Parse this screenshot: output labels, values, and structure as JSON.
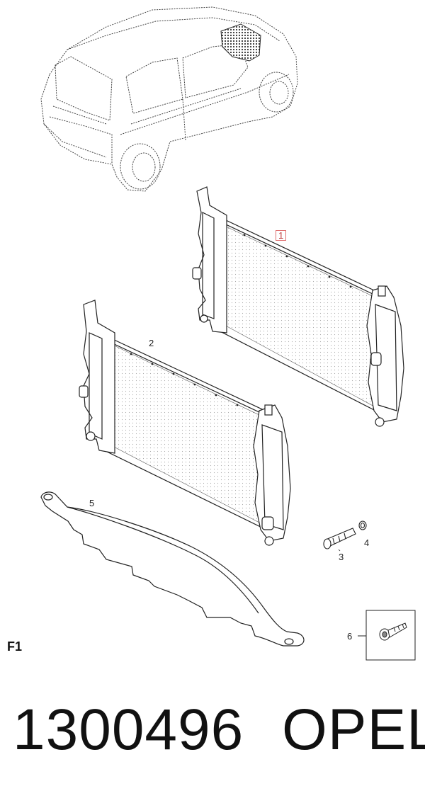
{
  "callouts": {
    "c1": "1",
    "c2": "2",
    "c3": "3",
    "c4": "4",
    "c5": "5",
    "c6": "6"
  },
  "section_label": "F1",
  "part_number": "1300496",
  "brand": "OPEL",
  "colors": {
    "line": "#222222",
    "highlight": "#e07070",
    "hatch": "#555555"
  }
}
